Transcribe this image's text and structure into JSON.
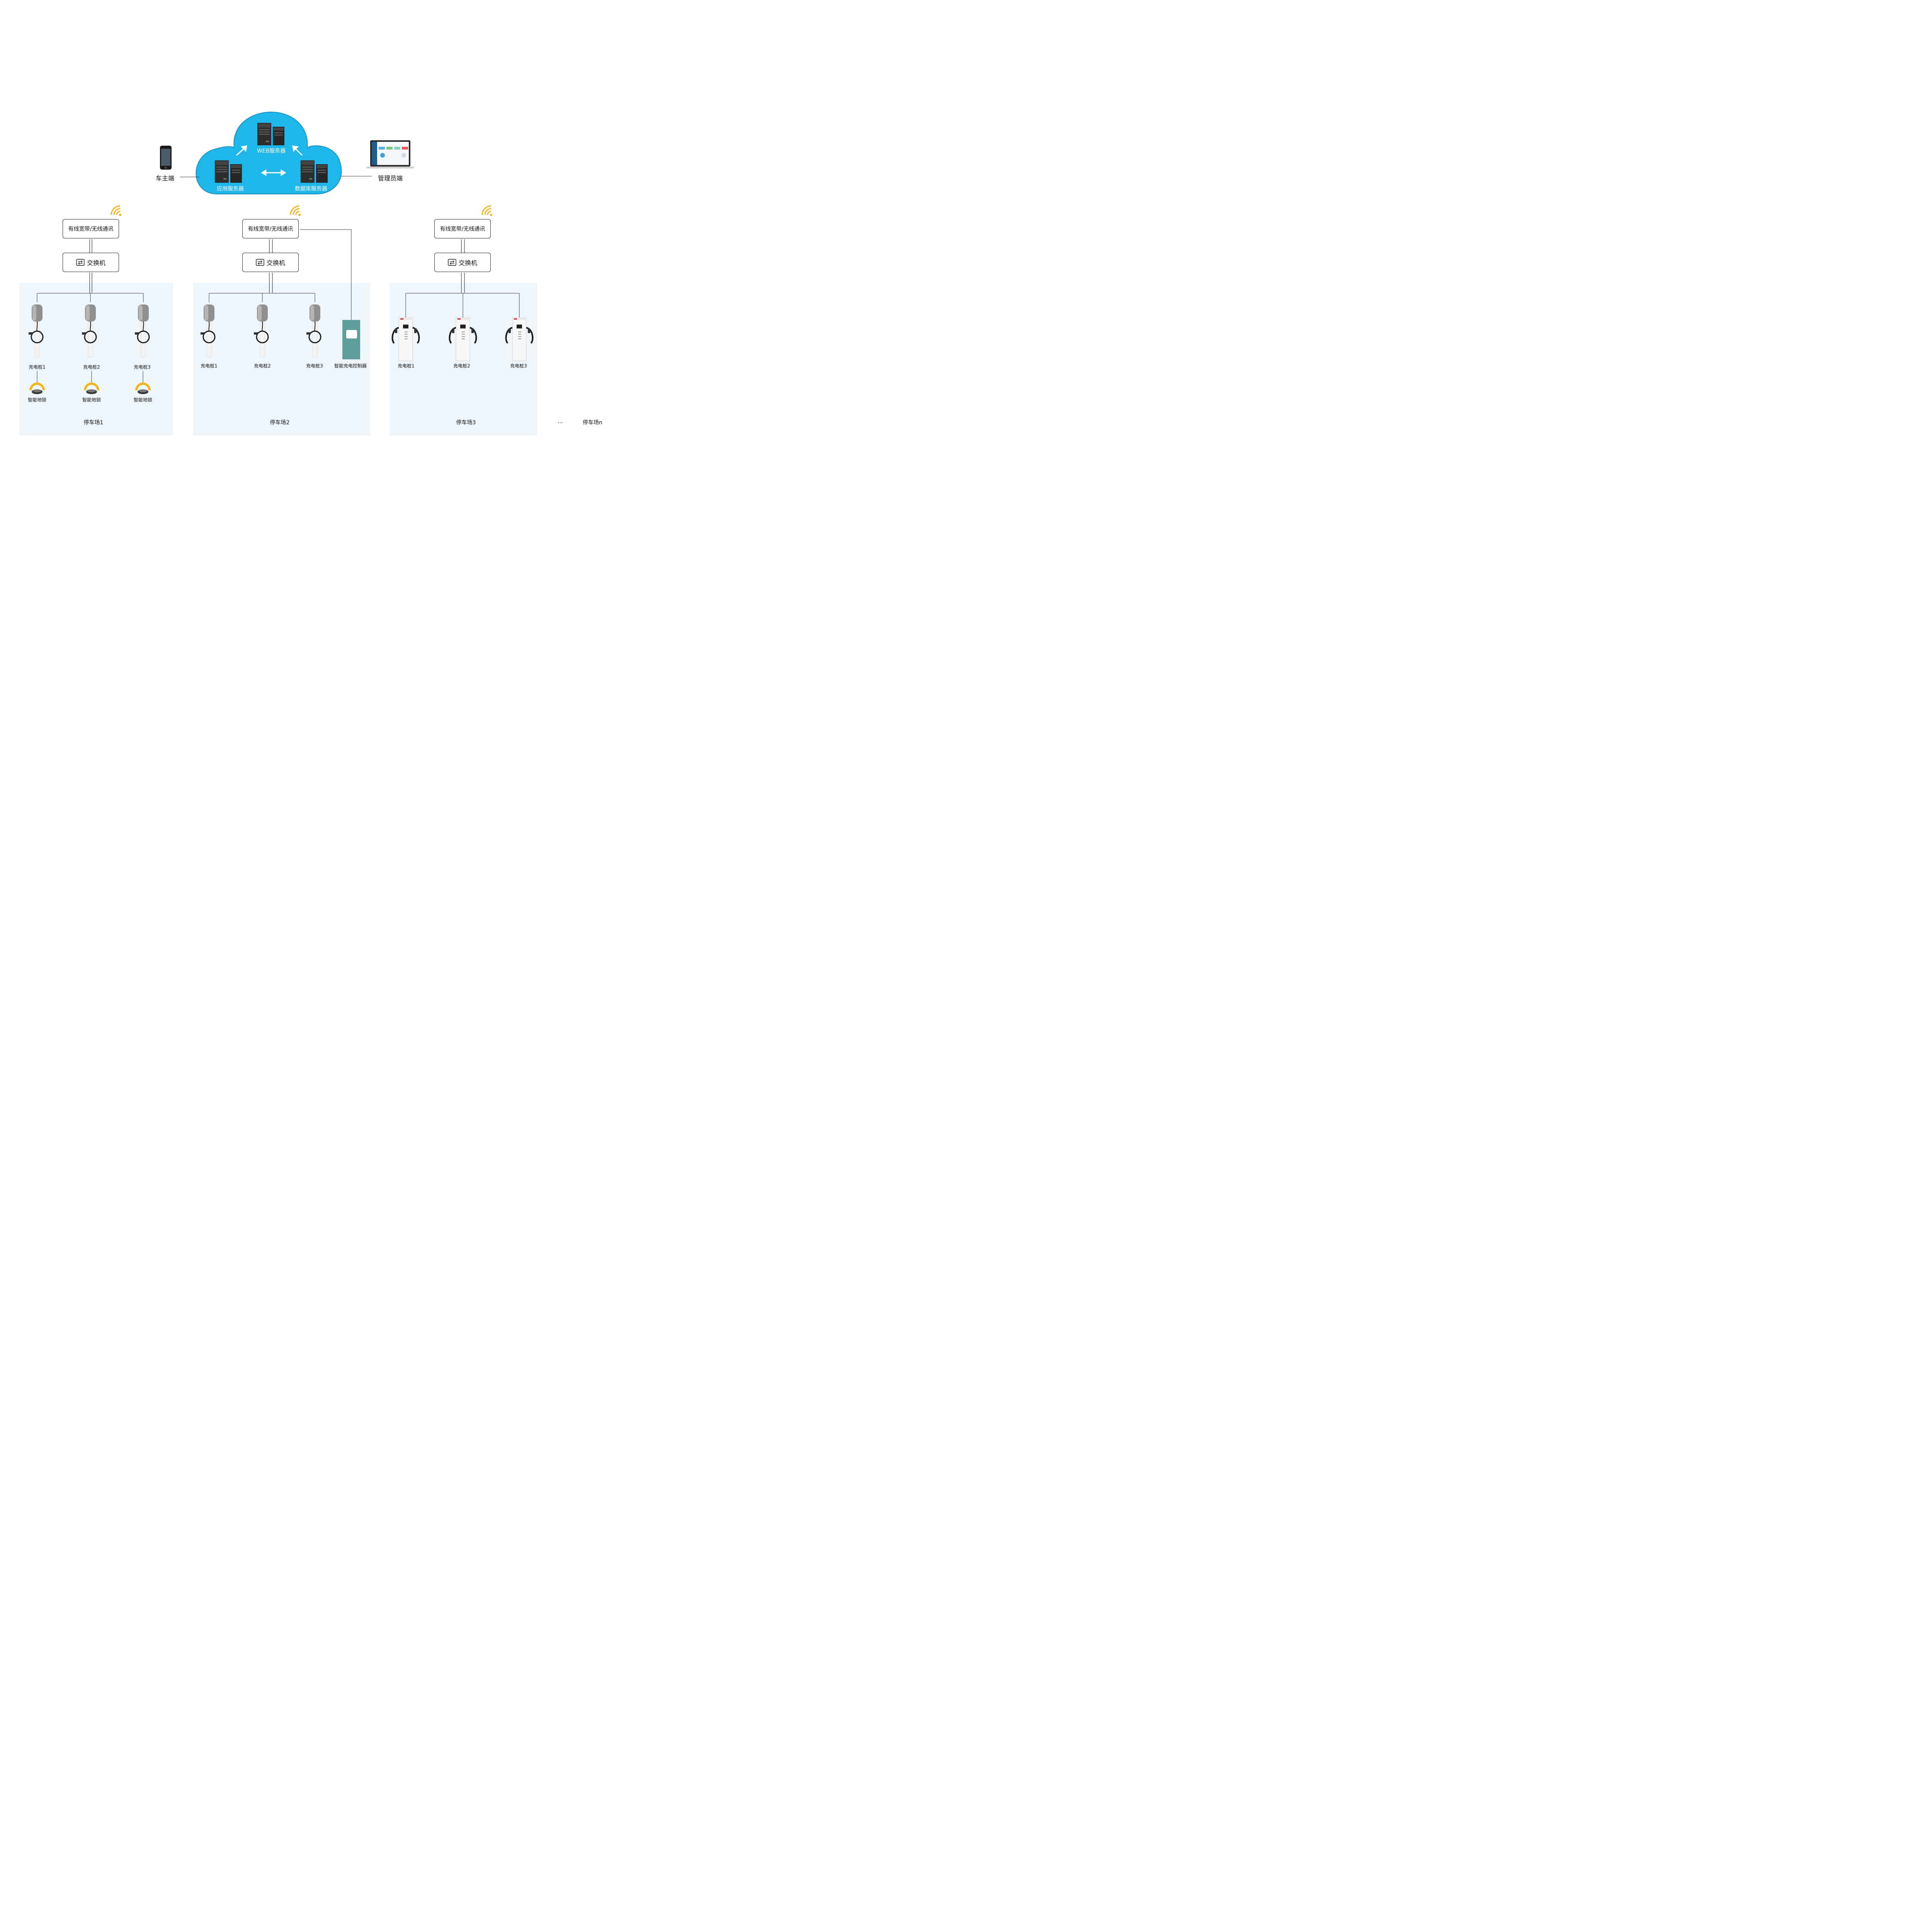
{
  "cloud": {
    "web_server": "WEB服务器",
    "app_server": "应用服务器",
    "db_server": "数据库服务器",
    "color": "#1fb6ea"
  },
  "clients": {
    "owner": "车主端",
    "admin": "管理员端"
  },
  "network": {
    "comm_label": "有线宽带/无线通讯",
    "switch_label": "交换机",
    "wifi_color": "#f5b21f"
  },
  "lots": [
    {
      "name": "停车场1",
      "chargers": [
        "充电桩1",
        "充电桩2",
        "充电桩3"
      ],
      "locks": [
        "智能地锁",
        "智能地锁",
        "智能地锁"
      ]
    },
    {
      "name": "停车场2",
      "chargers": [
        "充电桩1",
        "充电桩2",
        "充电桩3"
      ],
      "controller": "智能充电控制器"
    },
    {
      "name": "停车场3",
      "chargers": [
        "充电桩1",
        "充电桩2",
        "充电桩3"
      ]
    }
  ],
  "more": {
    "ellipsis": "...",
    "last_lot": "停车场n"
  },
  "colors": {
    "zone_bg": "#eef6fc",
    "controller": "#5f9e9b",
    "lock": "#f2b51d"
  }
}
